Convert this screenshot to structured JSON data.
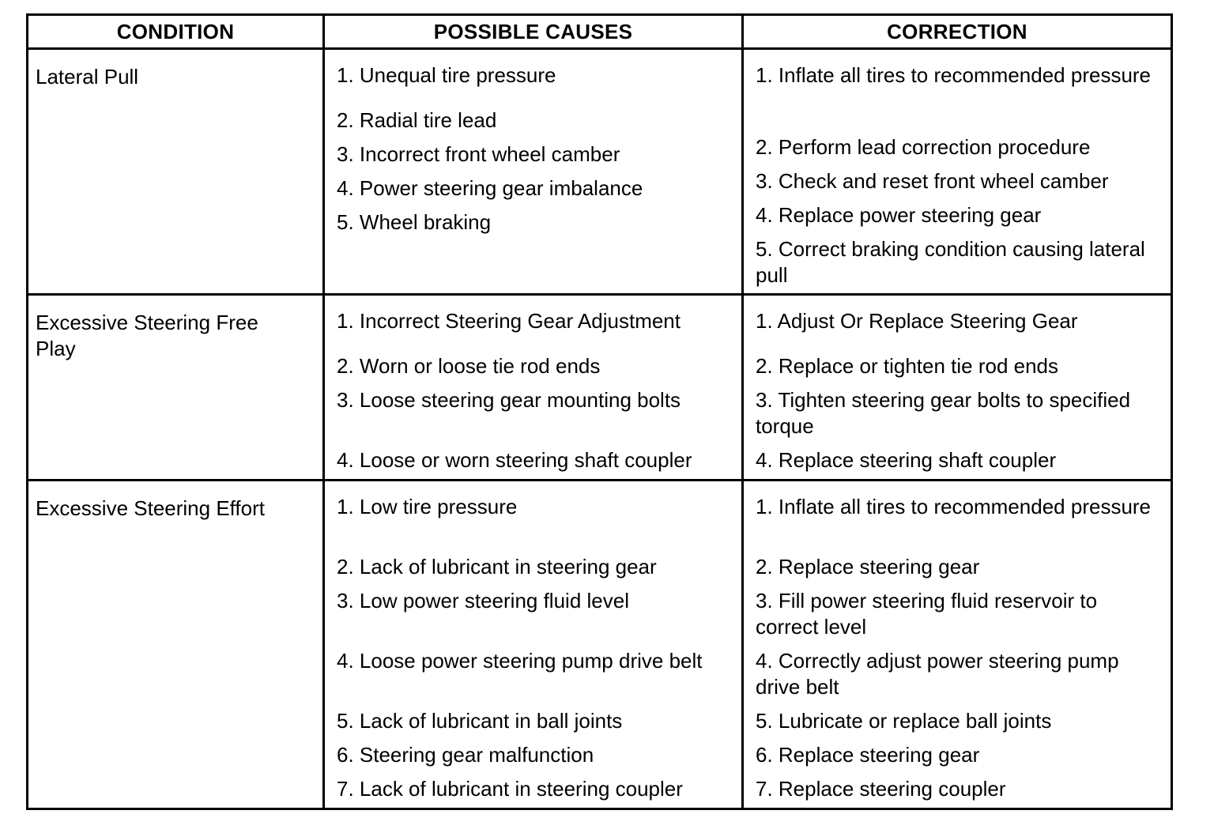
{
  "table": {
    "headers": [
      "CONDITION",
      "POSSIBLE CAUSES",
      "CORRECTION"
    ],
    "rows": [
      {
        "condition": "Lateral Pull",
        "causes": [
          "1. Unequal tire pressure",
          "2. Radial tire lead",
          "3. Incorrect front wheel camber",
          "4. Power steering gear imbalance",
          "5. Wheel braking"
        ],
        "corrections": [
          "1. Inflate all tires to recommended pressure",
          "2. Perform lead correction procedure",
          "3. Check and reset front wheel camber",
          "4. Replace power steering gear",
          "5. Correct braking condition causing lateral pull"
        ]
      },
      {
        "condition": "Excessive Steering Free Play",
        "causes": [
          "1. Incorrect Steering Gear Adjustment",
          "2. Worn or loose tie rod ends",
          "3. Loose steering gear mounting bolts",
          "4. Loose or worn steering shaft coupler"
        ],
        "corrections": [
          "1. Adjust Or Replace Steering Gear",
          "2. Replace or tighten tie rod ends",
          "3. Tighten steering gear bolts to specified torque",
          "4. Replace steering shaft coupler"
        ]
      },
      {
        "condition": "Excessive Steering Effort",
        "causes": [
          "1. Low tire pressure",
          "2. Lack of lubricant in steering gear",
          "3. Low power steering fluid level",
          "4. Loose power steering pump drive belt",
          "5. Lack of lubricant in ball joints",
          "6. Steering gear malfunction",
          "7. Lack of lubricant in steering coupler"
        ],
        "corrections": [
          "1. Inflate all tires to recommended pressure",
          "2. Replace steering gear",
          "3. Fill power steering fluid reservoir to correct level",
          "4. Correctly adjust power steering pump drive belt",
          "5. Lubricate or replace ball joints",
          "6. Replace steering gear",
          "7. Replace steering coupler"
        ]
      }
    ]
  }
}
